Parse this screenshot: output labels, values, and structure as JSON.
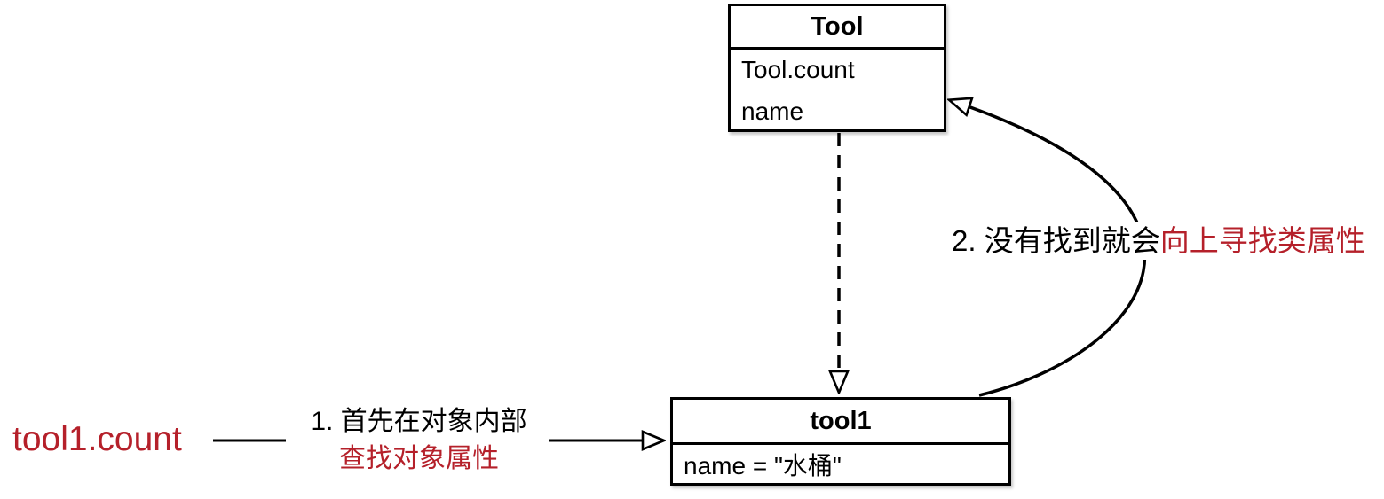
{
  "diagram": {
    "class_box": {
      "title": "Tool",
      "attributes": [
        "Tool.count",
        "name"
      ]
    },
    "instance_box": {
      "title": "tool1",
      "attributes": [
        "name = \"水桶\""
      ]
    },
    "expression": "tool1.count",
    "step1": {
      "normal": "1. 首先在对象内部",
      "highlight": "查找对象属性"
    },
    "step2": {
      "normal": "2. 没有找到就会",
      "highlight": "向上寻找类属性"
    },
    "colors": {
      "accent_red": "#b5202a",
      "line_black": "#000000"
    }
  }
}
